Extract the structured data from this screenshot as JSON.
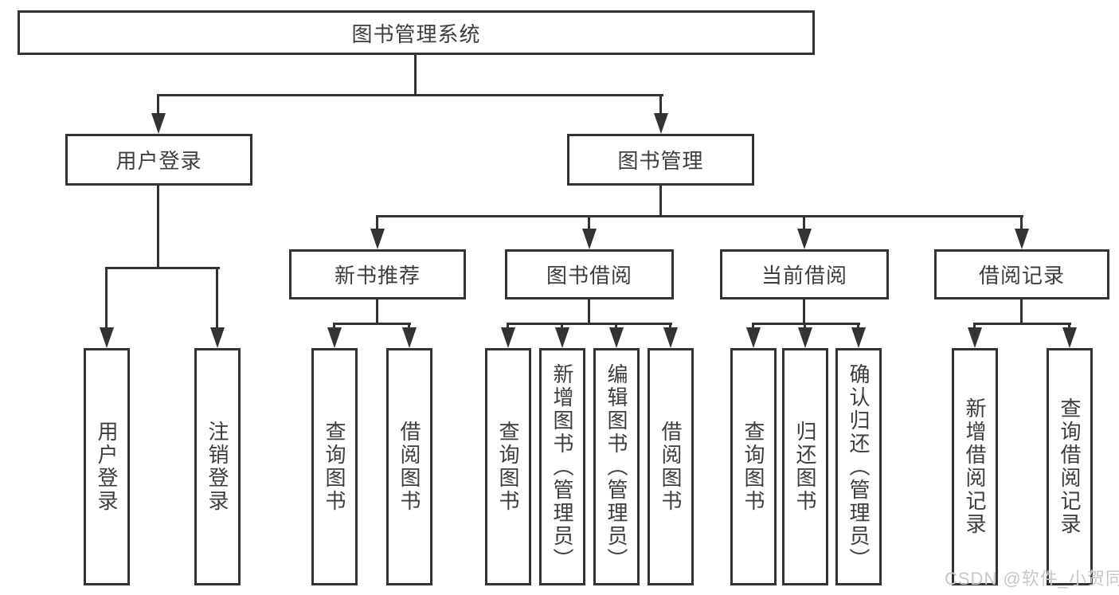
{
  "diagram_title": "图书管理系统",
  "watermark": "CSDN @软件_小贺同学",
  "colors": {
    "line": "#333333",
    "text": "#3d3d3d",
    "background": "#ffffff",
    "watermark": "#c8c8c8"
  },
  "tree": {
    "root": {
      "label": "图书管理系统"
    },
    "level2": [
      {
        "id": "user-login",
        "label": "用户登录"
      },
      {
        "id": "book-management",
        "label": "图书管理"
      }
    ],
    "level3": [
      {
        "id": "new-book-recommend",
        "label": "新书推荐",
        "parent": "图书管理"
      },
      {
        "id": "book-borrowing",
        "label": "图书借阅",
        "parent": "图书管理"
      },
      {
        "id": "current-borrowing",
        "label": "当前借阅",
        "parent": "图书管理"
      },
      {
        "id": "borrowing-records",
        "label": "借阅记录",
        "parent": "图书管理"
      }
    ],
    "leaves": [
      {
        "id": "user-login-leaf",
        "label": "用户登录",
        "parent": "用户登录"
      },
      {
        "id": "logout-leaf",
        "label": "注销登录",
        "parent": "用户登录"
      },
      {
        "id": "query-books-1",
        "label": "查询图书",
        "parent": "新书推荐"
      },
      {
        "id": "borrow-books-1",
        "label": "借阅图书",
        "parent": "新书推荐"
      },
      {
        "id": "query-books-2",
        "label": "查询图书",
        "parent": "图书借阅"
      },
      {
        "id": "add-books-admin",
        "label": "新增图书（管理员）",
        "parent": "图书借阅"
      },
      {
        "id": "edit-books-admin",
        "label": "编辑图书（管理员）",
        "parent": "图书借阅"
      },
      {
        "id": "borrow-books-2",
        "label": "借阅图书",
        "parent": "图书借阅"
      },
      {
        "id": "query-books-3",
        "label": "查询图书",
        "parent": "当前借阅"
      },
      {
        "id": "return-books",
        "label": "归还图书",
        "parent": "当前借阅"
      },
      {
        "id": "confirm-return-admin",
        "label": "确认归还（管理员）",
        "parent": "当前借阅"
      },
      {
        "id": "add-borrow-record",
        "label": "新增借阅记录",
        "parent": "借阅记录"
      },
      {
        "id": "query-borrow-record",
        "label": "查询借阅记录",
        "parent": "借阅记录"
      }
    ]
  }
}
